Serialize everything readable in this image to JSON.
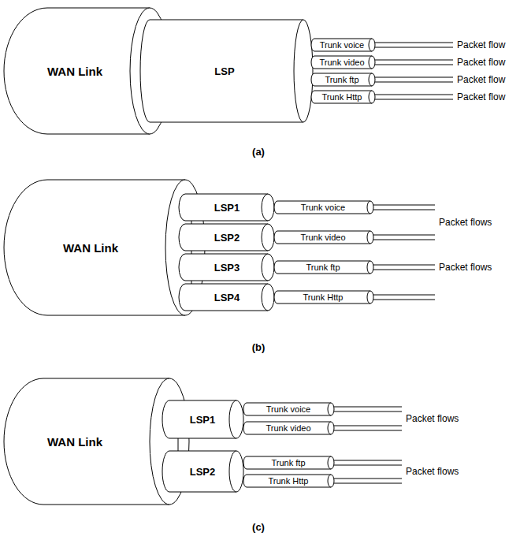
{
  "diagram": {
    "nodes": [
      {
        "text": [
          "WAN Link"
        ]
      },
      {
        "text": [
          "LSP"
        ],
        "in": 0
      },
      {
        "text": [
          "Trunk voice"
        ],
        "in": 1
      },
      {
        "text": [
          "Trunk video"
        ],
        "in": 1
      },
      {
        "text": [
          "Trunk ftp"
        ],
        "in": 1
      },
      {
        "text": [
          "Trunk Http"
        ],
        "in": 1
      },
      {
        "text": [
          "WAN Link"
        ]
      },
      {
        "text": [
          "LSP1"
        ],
        "in": 6
      },
      {
        "text": [
          "Trunk voice"
        ],
        "in": 7
      },
      {
        "text": [
          "LSP2"
        ],
        "in": 6
      },
      {
        "text": [
          "Trunk video"
        ],
        "in": 9
      },
      {
        "text": [
          "LSP3"
        ],
        "in": 6
      },
      {
        "text": [
          "Trunk ftp"
        ],
        "in": 11
      },
      {
        "text": [
          "LSP4"
        ],
        "in": 6
      },
      {
        "text": [
          "Trunk Http"
        ],
        "in": 13
      },
      {
        "text": [
          "WAN Link"
        ]
      },
      {
        "text": [
          "LSP1"
        ],
        "in": 15
      },
      {
        "text": [
          "Trunk voice"
        ],
        "in": 16
      },
      {
        "text": [
          "Trunk video"
        ],
        "in": 16
      },
      {
        "text": [
          "LSP2"
        ],
        "in": 15
      },
      {
        "text": [
          "Trunk ftp"
        ],
        "in": 19
      },
      {
        "text": [
          "Trunk Http"
        ],
        "in": 19
      }
    ],
    "labels": [
      "Packet flow",
      "Packet flow",
      "Packet flow",
      "Packet flow",
      "(a)",
      "Packet flows",
      "Packet flows",
      "(b)",
      "Packet flows",
      "Packet flows",
      "(c)"
    ]
  }
}
